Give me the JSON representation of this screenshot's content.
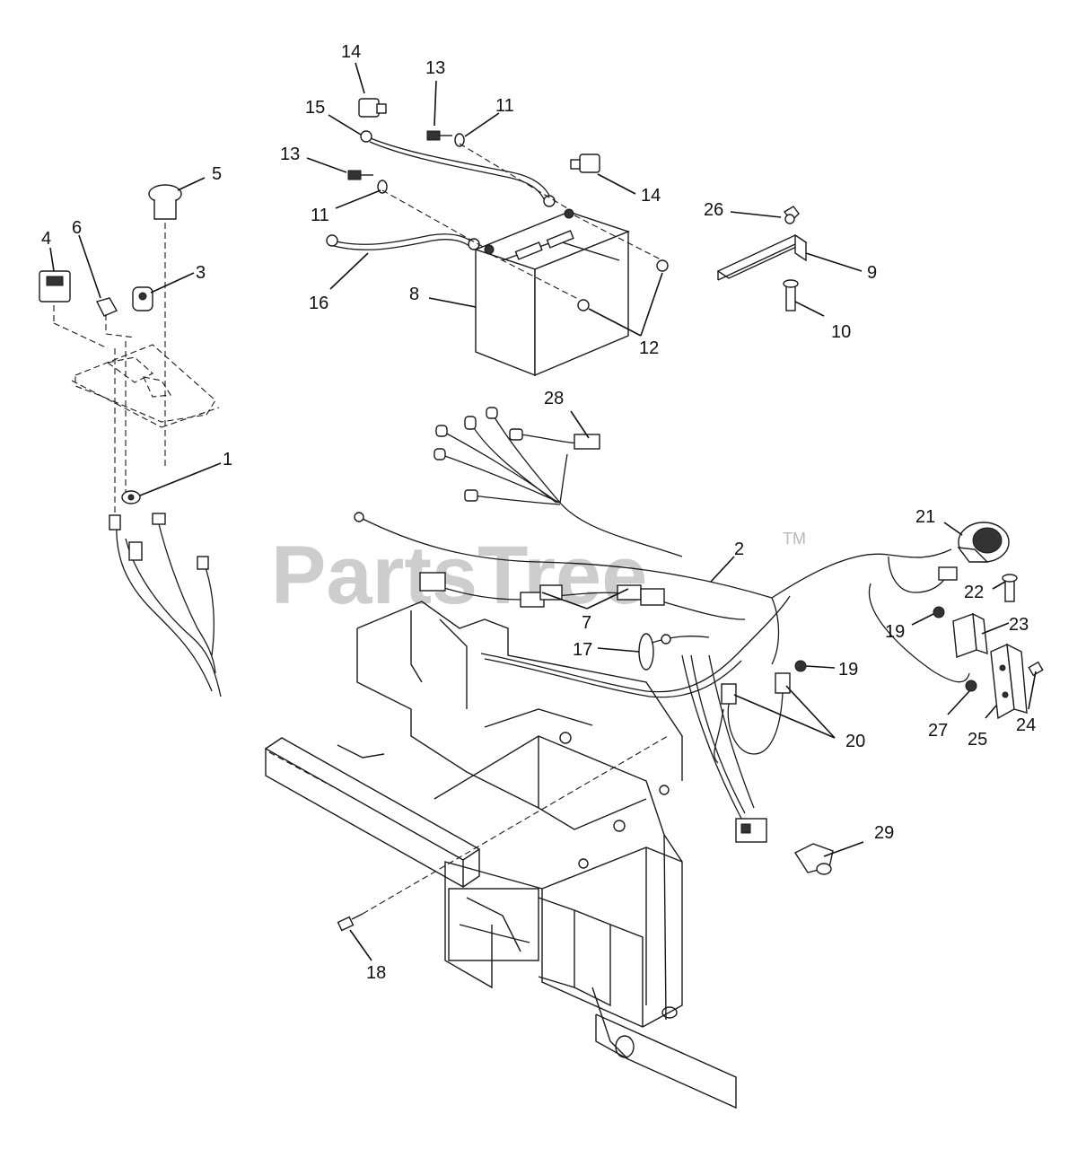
{
  "watermark": {
    "text": "PartsTree",
    "trademark": "TM"
  },
  "callouts": [
    {
      "id": "p14a",
      "label": "14"
    },
    {
      "id": "p13a",
      "label": "13"
    },
    {
      "id": "p11a",
      "label": "11"
    },
    {
      "id": "p15",
      "label": "15"
    },
    {
      "id": "p13b",
      "label": "13"
    },
    {
      "id": "p5",
      "label": "5"
    },
    {
      "id": "p14b",
      "label": "14"
    },
    {
      "id": "p11b",
      "label": "11"
    },
    {
      "id": "p26",
      "label": "26"
    },
    {
      "id": "p4",
      "label": "4"
    },
    {
      "id": "p6",
      "label": "6"
    },
    {
      "id": "p3",
      "label": "3"
    },
    {
      "id": "p9",
      "label": "9"
    },
    {
      "id": "p16",
      "label": "16"
    },
    {
      "id": "p8",
      "label": "8"
    },
    {
      "id": "p10",
      "label": "10"
    },
    {
      "id": "p12",
      "label": "12"
    },
    {
      "id": "p28",
      "label": "28"
    },
    {
      "id": "p1",
      "label": "1"
    },
    {
      "id": "p21",
      "label": "21"
    },
    {
      "id": "p2",
      "label": "2"
    },
    {
      "id": "p22",
      "label": "22"
    },
    {
      "id": "p7",
      "label": "7"
    },
    {
      "id": "p19a",
      "label": "19"
    },
    {
      "id": "p23",
      "label": "23"
    },
    {
      "id": "p17",
      "label": "17"
    },
    {
      "id": "p19b",
      "label": "19"
    },
    {
      "id": "p20",
      "label": "20"
    },
    {
      "id": "p27",
      "label": "27"
    },
    {
      "id": "p25",
      "label": "25"
    },
    {
      "id": "p24",
      "label": "24"
    },
    {
      "id": "p29",
      "label": "29"
    },
    {
      "id": "p18",
      "label": "18"
    }
  ]
}
